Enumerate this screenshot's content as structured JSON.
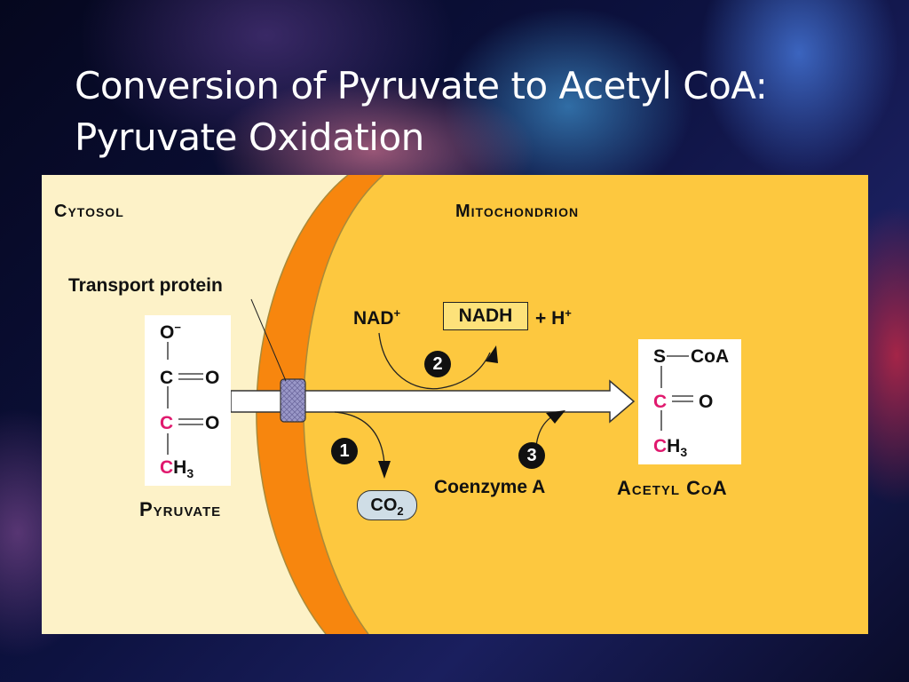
{
  "slide": {
    "title_line1": "Conversion of Pyruvate to Acetyl CoA:",
    "title_line2": "Pyruvate Oxidation"
  },
  "diagram": {
    "regions": {
      "cytosol": "Cytosol",
      "mitochondrion": "Mitochondrion"
    },
    "transport_protein_label": "Transport protein",
    "pyruvate": {
      "name": "Pyruvate",
      "structure": {
        "top": "O",
        "top_charge": "−",
        "carbon1": "C",
        "carbon1_double_o": "O",
        "carbon2": "C",
        "carbon2_double_o": "O",
        "methyl_c": "C",
        "methyl_h": "H",
        "methyl_sub": "3"
      }
    },
    "acetyl_coa": {
      "name": "Acetyl CoA",
      "structure": {
        "s": "S",
        "coa": "CoA",
        "carbon": "C",
        "double_o": "O",
        "methyl_c": "C",
        "methyl_h": "H",
        "methyl_sub": "3"
      }
    },
    "steps": [
      {
        "number": "1",
        "product": "CO",
        "product_sub": "2"
      },
      {
        "number": "2",
        "reactant": "NAD",
        "reactant_sup": "+",
        "product": "NADH",
        "extra": "+ H",
        "extra_sup": "+"
      },
      {
        "number": "3",
        "reactant": "Coenzyme A"
      }
    ],
    "colors": {
      "cytosol_bg": "#fdf2c8",
      "mitochondrion_bg": "#fdc83f",
      "membrane": "#f7860e",
      "highlight_carbon": "#e0196e",
      "transport_protein": "#9a98c8",
      "co2_bubble": "#cfdde6"
    }
  }
}
